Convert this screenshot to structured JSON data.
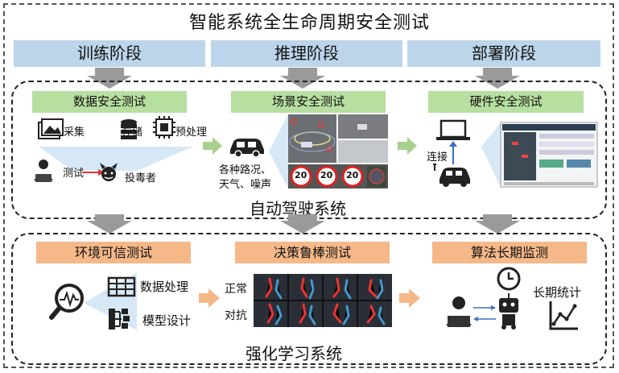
{
  "title": "智能系统全生命周期安全测试",
  "stages": [
    "训练阶段",
    "推理阶段",
    "部署阶段"
  ],
  "top_section": {
    "label": "自动驾驶系统",
    "boxes": [
      "数据安全测试",
      "场景安全测试",
      "硬件安全测试"
    ],
    "data_items": [
      "采集",
      "存储",
      "预处理"
    ],
    "test_label": "测试",
    "attacker_label": "投毒者",
    "road_label_1": "各种路况、",
    "road_label_2": "天气、噪声",
    "connect_label": "连接",
    "sign_values": [
      "20",
      "20",
      "20"
    ]
  },
  "bottom_section": {
    "label": "强化学习系统",
    "boxes": [
      "环境可信测试",
      "决策鲁棒测试",
      "算法长期监测"
    ],
    "env_items": [
      "数据处理",
      "模型设计"
    ],
    "normal_label": "正常",
    "adversarial_label": "对抗",
    "longterm_label": "长期统计"
  },
  "colors": {
    "stage": "#bcd5ea",
    "green": "#b7dfa0",
    "orange": "#f5b888",
    "arrow_gray": "#9a9a9a",
    "arrow_green": "#a9d18e",
    "arrow_orange": "#f5b888"
  }
}
